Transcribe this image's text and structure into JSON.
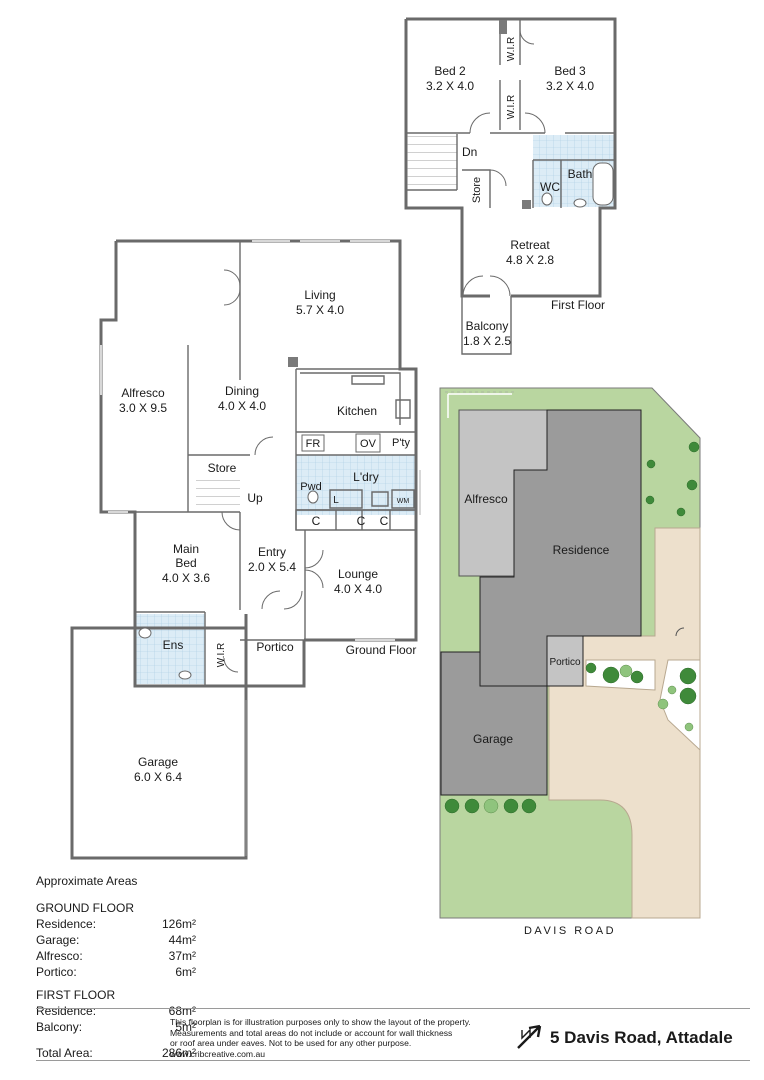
{
  "floorplan": {
    "ground_floor_label": "Ground Floor",
    "first_floor_label": "First Floor",
    "rooms": {
      "living": {
        "name": "Living",
        "size": "5.7 X 4.0"
      },
      "alfresco": {
        "name": "Alfresco",
        "size": "3.0 X 9.5"
      },
      "dining": {
        "name": "Dining",
        "size": "4.0 X 4.0"
      },
      "kitchen": {
        "name": "Kitchen"
      },
      "fr": {
        "name": "FR"
      },
      "ov": {
        "name": "OV"
      },
      "pty": {
        "name": "P'ty"
      },
      "ldry": {
        "name": "L'dry"
      },
      "pwd": {
        "name": "Pwd"
      },
      "l_bench": {
        "name": "L"
      },
      "wm": {
        "name": "WM"
      },
      "c1": {
        "name": "C"
      },
      "c2": {
        "name": "C"
      },
      "c3": {
        "name": "C"
      },
      "store_gf": {
        "name": "Store"
      },
      "up": {
        "name": "Up"
      },
      "main_bed": {
        "name": "Main\nBed",
        "name_line1": "Main",
        "name_line2": "Bed",
        "size": "4.0 X 3.6"
      },
      "entry": {
        "name": "Entry",
        "size": "2.0 X 5.4"
      },
      "lounge": {
        "name": "Lounge",
        "size": "4.0 X 4.0"
      },
      "ens": {
        "name": "Ens"
      },
      "wir_gf": {
        "name": "W.I.R"
      },
      "portico": {
        "name": "Portico"
      },
      "garage": {
        "name": "Garage",
        "size": "6.0 X 6.4"
      },
      "bed2": {
        "name": "Bed 2",
        "size": "3.2 X 4.0"
      },
      "bed3": {
        "name": "Bed 3",
        "size": "3.2 X 4.0"
      },
      "wir_ff1": {
        "name": "W.I.R"
      },
      "wir_ff2": {
        "name": "W.I.R"
      },
      "dn": {
        "name": "Dn"
      },
      "store_ff": {
        "name": "Store"
      },
      "wc": {
        "name": "WC"
      },
      "bath": {
        "name": "Bath"
      },
      "retreat": {
        "name": "Retreat",
        "size": "4.8 X 2.8"
      },
      "balcony": {
        "name": "Balcony",
        "size": "1.8 X 2.5"
      }
    }
  },
  "siteplan": {
    "alfresco": "Alfresco",
    "residence": "Residence",
    "portico": "Portico",
    "garage": "Garage",
    "street": "DAVIS ROAD",
    "colors": {
      "roof_dark": "#9b9b9b",
      "roof_light": "#c4c4c4",
      "lawn": "#b9d6a0",
      "driveway": "#ede0cc",
      "tree": "#3f8a3a"
    }
  },
  "areas": {
    "heading": "Approximate Areas",
    "ground_floor": {
      "title": "GROUND FLOOR",
      "rows": [
        {
          "label": "Residence:",
          "value": "126m²"
        },
        {
          "label": "Garage:",
          "value": "44m²"
        },
        {
          "label": "Alfresco:",
          "value": "37m²"
        },
        {
          "label": "Portico:",
          "value": "6m²"
        }
      ]
    },
    "first_floor": {
      "title": "FIRST FLOOR",
      "rows": [
        {
          "label": "Residence:",
          "value": "68m²"
        },
        {
          "label": "Balcony:",
          "value": "5m²"
        }
      ]
    },
    "total": {
      "label": "Total Area:",
      "value": "286m²"
    }
  },
  "disclaimer": {
    "line1": "This floorplan is for illustration purposes only to show the layout of the property.",
    "line2": "Measurements and total areas do not include or account for wall thickness",
    "line3": "or roof area under eaves. Not to be used for any other purpose.",
    "line4": "www.cribcreative.com.au"
  },
  "address": "5 Davis Road, Attadale",
  "icons": {
    "north": "north-arrow-icon"
  }
}
